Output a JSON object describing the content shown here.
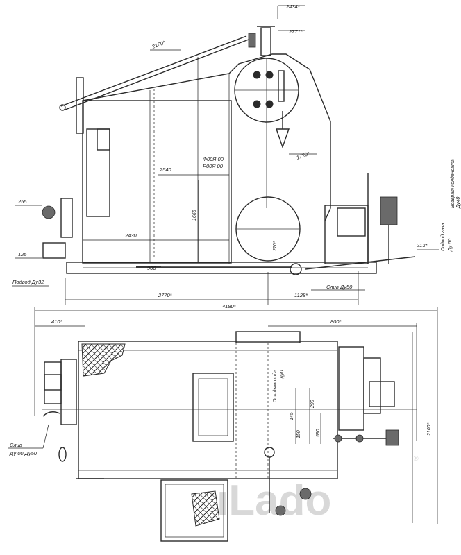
{
  "side_view": {
    "dim_top_right_1": "2434*",
    "dim_top_right_2": "2771*",
    "dim_slope": "2160*",
    "dim_1720": "1720*",
    "dim_2540": "2540",
    "dim_1665": "1665",
    "dim_2430": "2430",
    "dim_900": "900",
    "dim_2770": "2770*",
    "dim_1128": "1128*",
    "dim_255": "255",
    "dim_125": "125",
    "dim_270": "270*",
    "dim_213": "213*",
    "label_inlet": "Подвод Ду32",
    "label_drain": "Слив Ду50",
    "label_gas": "Подвод газа",
    "label_gas_sub": "Ду 50",
    "label_return": "Возврат конденсата",
    "label_return_sub": "Ду40",
    "label_device": "Ф00Я 00",
    "label_device_sub": "Р00Я 00"
  },
  "plan_view": {
    "dim_overall": "4180*",
    "dim_410": "410*",
    "dim_800": "800*",
    "dim_2100": "2100*",
    "dim_290": "290",
    "dim_145": "145",
    "dim_150": "150",
    "dim_590": "590",
    "dim_vert_label": "Ось дымохода",
    "dim_vert_sub": "Ду0",
    "label_drain": "Слив",
    "label_drain_sub": "Ду 00 Ду50"
  },
  "watermark": {
    "text": "ıLado",
    "reg": "®"
  }
}
